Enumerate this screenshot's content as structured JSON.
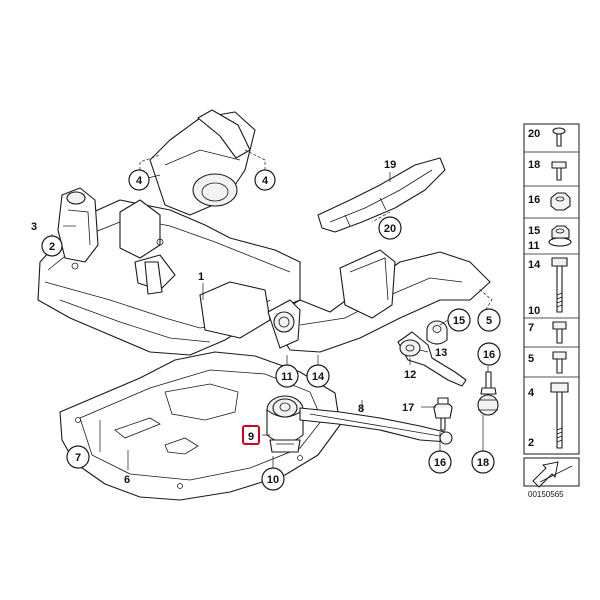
{
  "diagram": {
    "callouts": {
      "c1": "1",
      "c2": "2",
      "c3": "3",
      "c4a": "4",
      "c4b": "4",
      "c5": "5",
      "c6": "6",
      "c7": "7",
      "c8": "8",
      "c9": "9",
      "c10": "10",
      "c11": "11",
      "c12": "12",
      "c13": "13",
      "c14": "14",
      "c15": "15",
      "c16a": "16",
      "c16b": "16",
      "c17": "17",
      "c18": "18",
      "c19": "19",
      "c20": "20"
    },
    "highlighted_callout": "9",
    "highlight_color": "#d0021b",
    "side_panel": {
      "rows": [
        {
          "label": "20",
          "icon": "torx-screw"
        },
        {
          "label": "18",
          "icon": "hex-bolt"
        },
        {
          "label": "16",
          "icon": "hex-nut"
        },
        {
          "label": "15",
          "icon": "flange-nut"
        },
        {
          "label": "11",
          "icon": "flange-nut"
        },
        {
          "label": "14",
          "icon": "long-bolt"
        },
        {
          "label": "10",
          "icon": "long-bolt"
        },
        {
          "label": "7",
          "icon": "hex-bolt"
        },
        {
          "label": "5",
          "icon": "hex-bolt"
        },
        {
          "label": "4",
          "icon": "long-bolt"
        },
        {
          "label": "2",
          "icon": "long-bolt"
        }
      ],
      "arrow_icon": "direction-arrow"
    },
    "drawing_code": "00150565"
  }
}
